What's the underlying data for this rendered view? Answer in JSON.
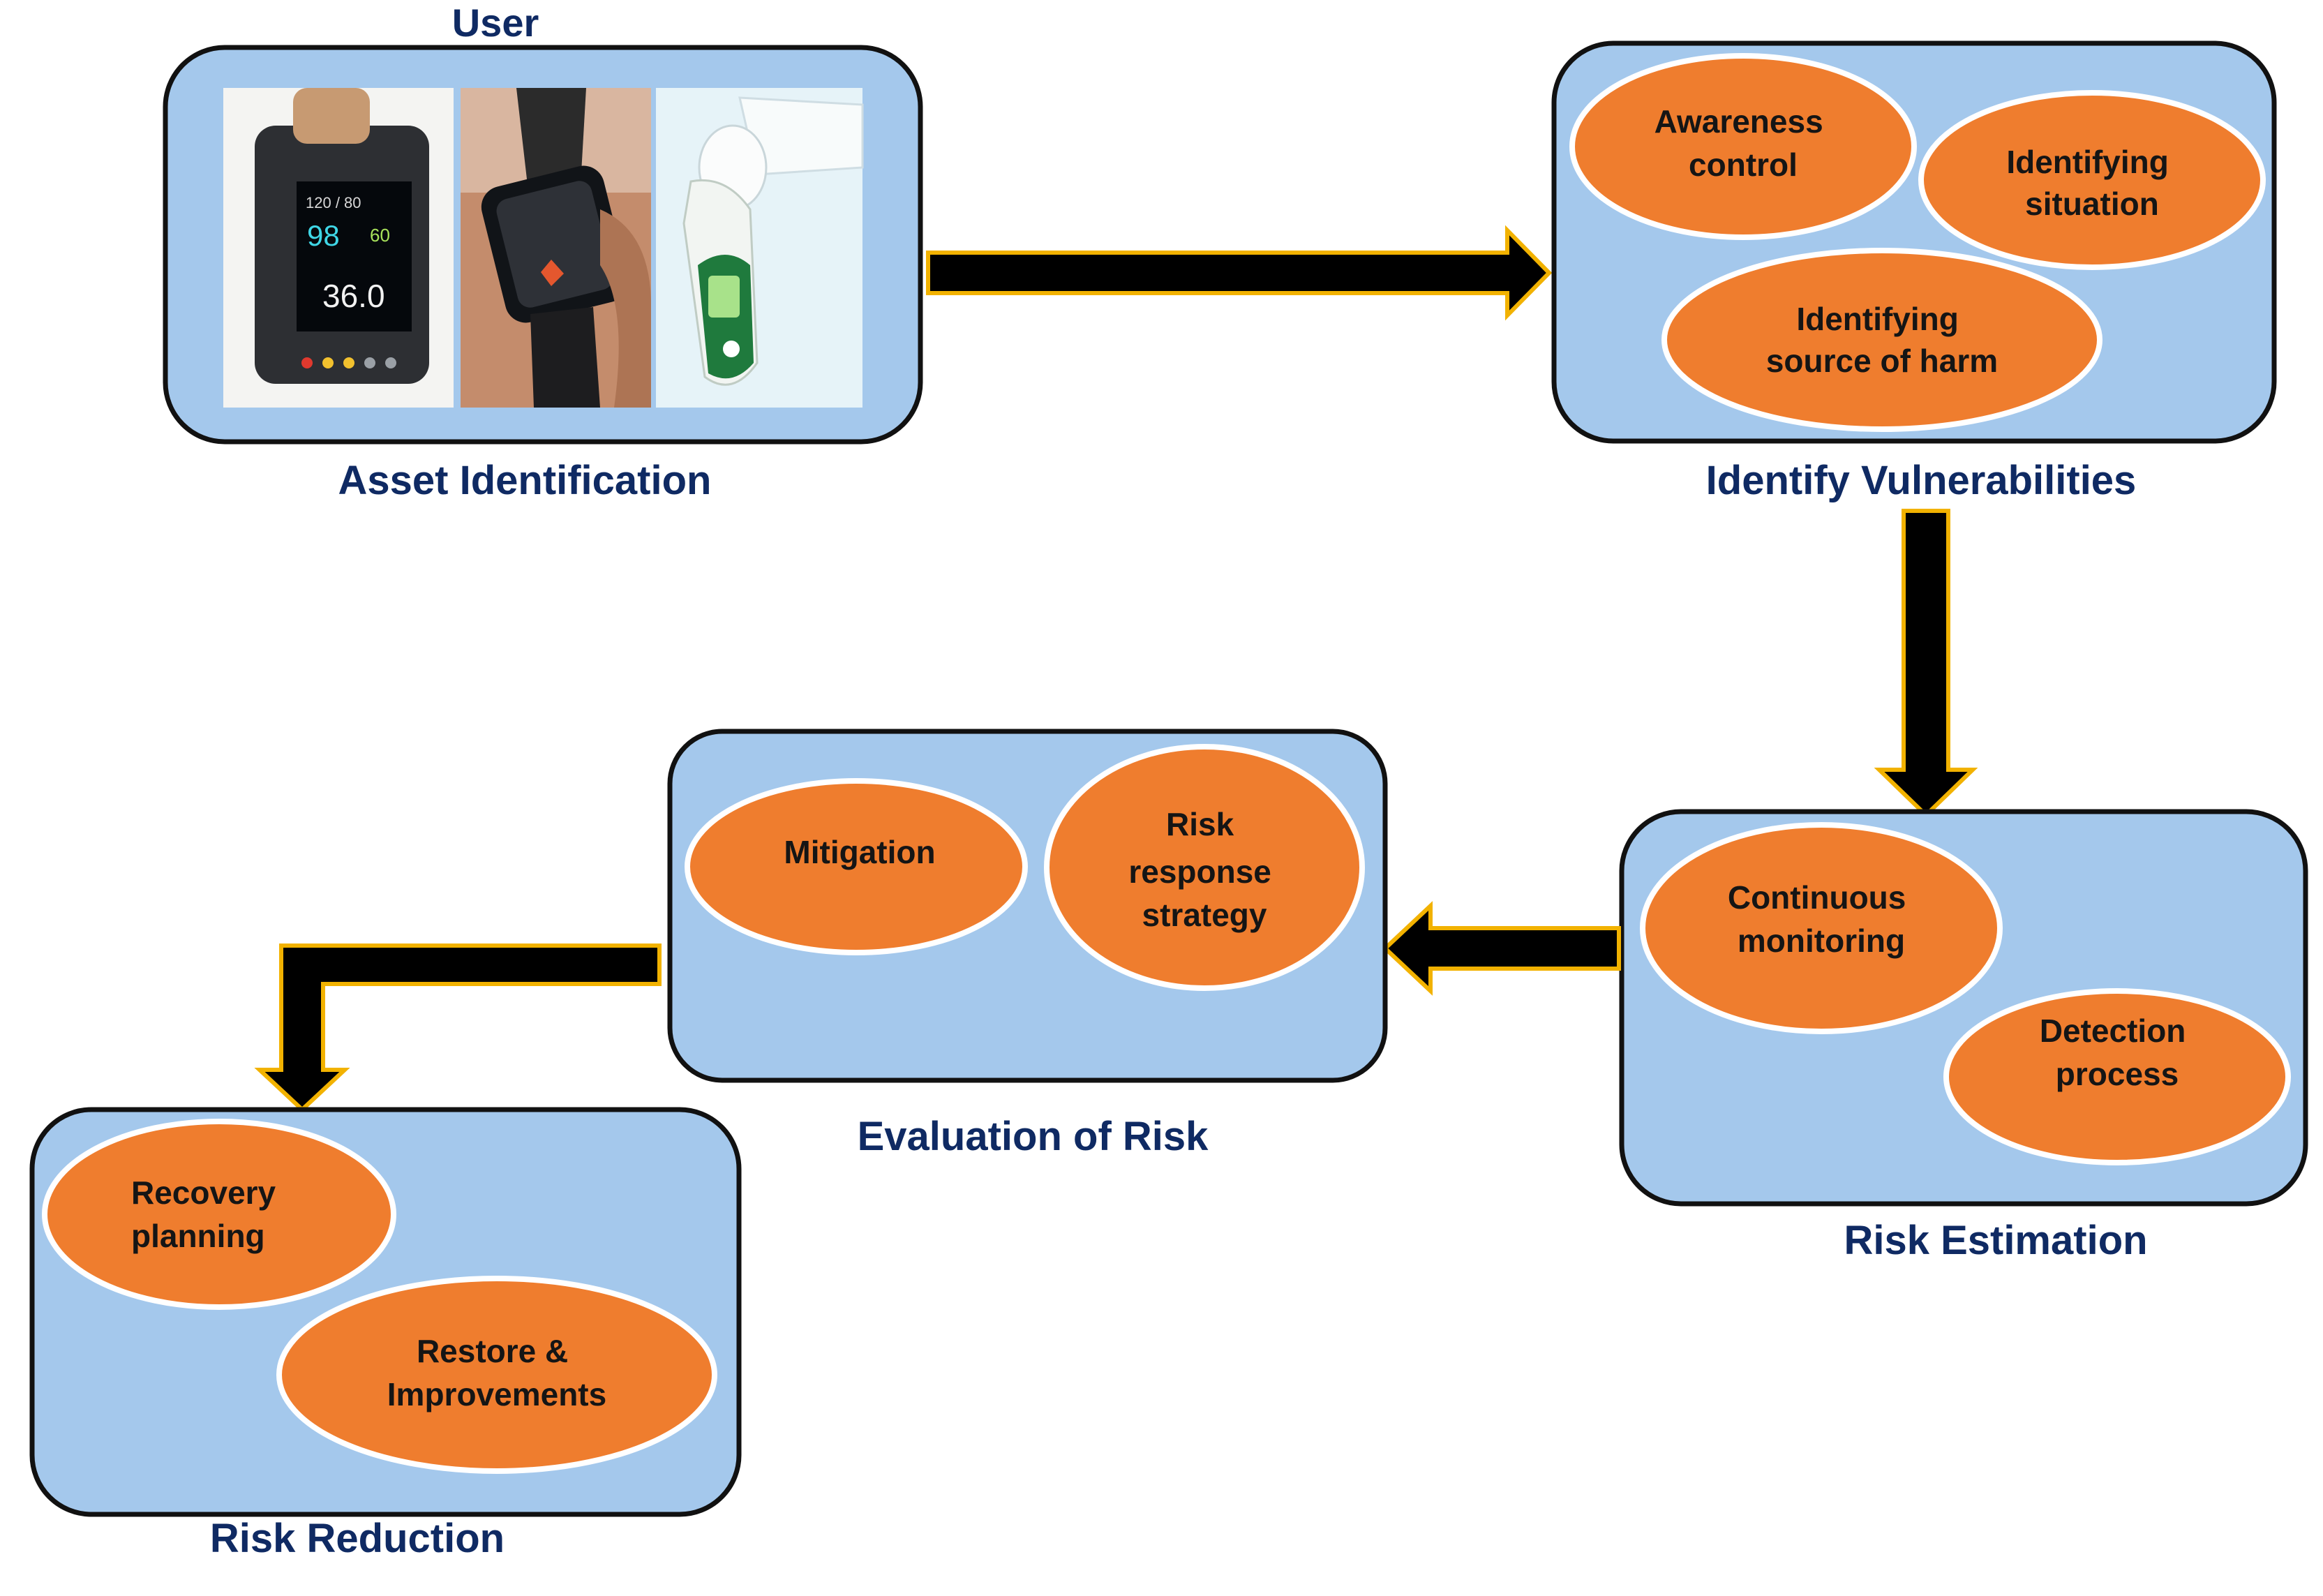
{
  "colors": {
    "box_fill": "#a4c8ec",
    "box_stroke": "#111111",
    "oval_fill": "#ef7d2e",
    "oval_stroke": "#ffffff",
    "arrow_fill": "#000000",
    "arrow_outline": "#f2b200",
    "title_color": "#0f2a63"
  },
  "asset": {
    "user_label": "User",
    "title": "Asset Identification",
    "device_readings": {
      "top": "120 / 80",
      "left": "98",
      "right": "60",
      "main": "36.0"
    }
  },
  "vulnerabilities": {
    "title": "Identify Vulnerabilities",
    "awareness": [
      "Awareness",
      "control"
    ],
    "situation": [
      "Identifying",
      "situation"
    ],
    "harm": [
      "Identifying",
      "source of harm"
    ]
  },
  "estimation": {
    "title": "Risk Estimation",
    "monitoring": [
      "Continuous",
      "monitoring"
    ],
    "detection": [
      "Detection",
      "process"
    ]
  },
  "evaluation": {
    "title": "Evaluation of Risk",
    "mitigation": [
      "Mitigation"
    ],
    "response": [
      "Risk",
      "response",
      "strategy"
    ]
  },
  "reduction": {
    "title": "Risk Reduction",
    "recovery": [
      "Recovery",
      "planning"
    ],
    "restore": [
      "Restore &",
      "Improvements"
    ]
  }
}
